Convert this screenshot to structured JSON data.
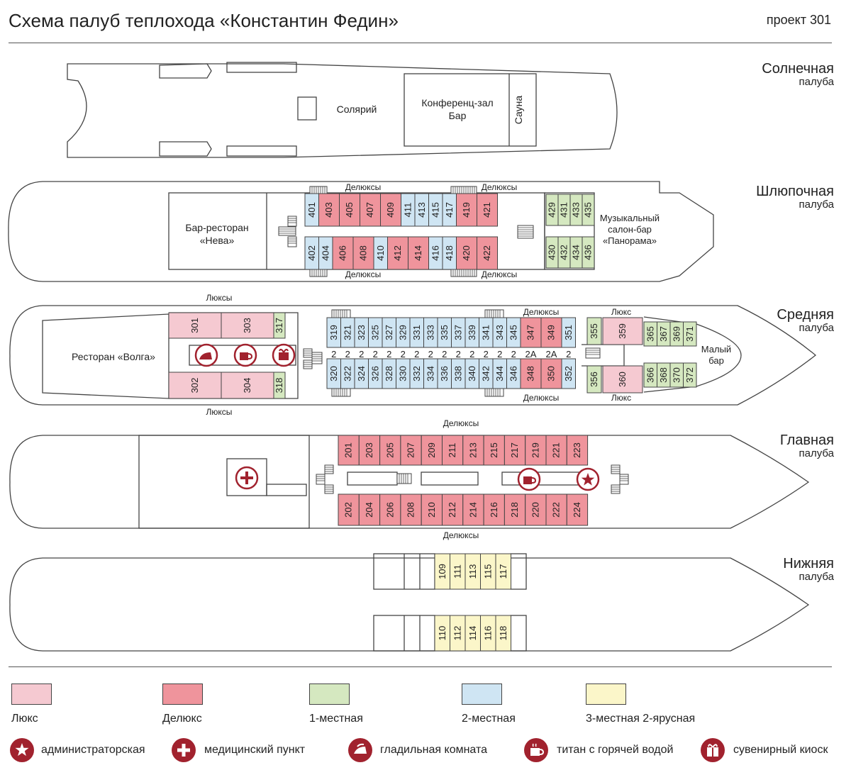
{
  "header": {
    "title": "Схема палуб теплохода «Константин Федин»",
    "project": "проект 301"
  },
  "colors": {
    "lux": "#f5c9d1",
    "delux": "#ef949c",
    "single": "#d5e8c0",
    "double": "#cfe5f3",
    "triple": "#fbf6c9",
    "icon": "#a1222e",
    "line": "#444444"
  },
  "decks": [
    {
      "name": "Солнечная",
      "sub": "палуба"
    },
    {
      "name": "Шлюпочная",
      "sub": "палуба"
    },
    {
      "name": "Средняя",
      "sub": "палуба"
    },
    {
      "name": "Главная",
      "sub": "палуба"
    },
    {
      "name": "Нижняя",
      "sub": "палуба"
    }
  ],
  "labels": {
    "solarium": "Солярий",
    "conf1": "Конференц-зал",
    "conf2": "Бар",
    "sauna": "Сауна",
    "neva1": "Бар-ресторан",
    "neva2": "«Нева»",
    "music1": "Музыкальный",
    "music2": "салон-бар",
    "music3": "«Панорама»",
    "delux": "Делюксы",
    "luxes": "Люксы",
    "lux": "Люкс",
    "volga": "Ресторан «Волга»",
    "smallbar1": "Малый",
    "smallbar2": "бар"
  },
  "rooms": {
    "boat_top": [
      {
        "n": "401",
        "t": "double"
      },
      {
        "n": "403",
        "t": "delux"
      },
      {
        "n": "405",
        "t": "delux"
      },
      {
        "n": "407",
        "t": "delux"
      },
      {
        "n": "409",
        "t": "delux"
      },
      {
        "n": "411",
        "t": "double"
      },
      {
        "n": "413",
        "t": "double"
      },
      {
        "n": "415",
        "t": "double"
      },
      {
        "n": "417",
        "t": "double"
      },
      {
        "n": "419",
        "t": "delux"
      },
      {
        "n": "421",
        "t": "delux"
      }
    ],
    "boat_bot": [
      {
        "n": "402",
        "t": "double"
      },
      {
        "n": "404",
        "t": "double"
      },
      {
        "n": "406",
        "t": "delux"
      },
      {
        "n": "408",
        "t": "delux"
      },
      {
        "n": "410",
        "t": "double"
      },
      {
        "n": "412",
        "t": "delux"
      },
      {
        "n": "414",
        "t": "delux"
      },
      {
        "n": "416",
        "t": "double"
      },
      {
        "n": "418",
        "t": "double"
      },
      {
        "n": "420",
        "t": "delux"
      },
      {
        "n": "422",
        "t": "delux"
      }
    ],
    "boat_right_top": [
      "429",
      "431",
      "433",
      "435"
    ],
    "boat_right_bot": [
      "430",
      "432",
      "434",
      "436"
    ],
    "mid_lux_top": [
      "301",
      "303"
    ],
    "mid_lux_bot": [
      "302",
      "304"
    ],
    "mid_single_top": "317",
    "mid_single_bot": "318",
    "mid_top": [
      {
        "n": "319",
        "t": "double"
      },
      {
        "n": "321",
        "t": "double"
      },
      {
        "n": "323",
        "t": "double"
      },
      {
        "n": "325",
        "t": "double"
      },
      {
        "n": "327",
        "t": "double"
      },
      {
        "n": "329",
        "t": "double"
      },
      {
        "n": "331",
        "t": "double"
      },
      {
        "n": "333",
        "t": "double"
      },
      {
        "n": "335",
        "t": "double"
      },
      {
        "n": "337",
        "t": "double"
      },
      {
        "n": "339",
        "t": "double"
      },
      {
        "n": "341",
        "t": "double"
      },
      {
        "n": "343",
        "t": "double"
      },
      {
        "n": "345",
        "t": "double"
      },
      {
        "n": "347",
        "t": "delux"
      },
      {
        "n": "349",
        "t": "delux"
      },
      {
        "n": "351",
        "t": "double"
      }
    ],
    "mid_bot": [
      {
        "n": "320",
        "t": "double"
      },
      {
        "n": "322",
        "t": "double"
      },
      {
        "n": "324",
        "t": "double"
      },
      {
        "n": "326",
        "t": "double"
      },
      {
        "n": "328",
        "t": "double"
      },
      {
        "n": "330",
        "t": "double"
      },
      {
        "n": "332",
        "t": "double"
      },
      {
        "n": "334",
        "t": "double"
      },
      {
        "n": "336",
        "t": "double"
      },
      {
        "n": "338",
        "t": "double"
      },
      {
        "n": "340",
        "t": "double"
      },
      {
        "n": "342",
        "t": "double"
      },
      {
        "n": "344",
        "t": "double"
      },
      {
        "n": "346",
        "t": "double"
      },
      {
        "n": "348",
        "t": "delux"
      },
      {
        "n": "350",
        "t": "delux"
      },
      {
        "n": "352",
        "t": "double"
      }
    ],
    "mid_capacity": [
      "2",
      "2",
      "2",
      "2",
      "2",
      "2",
      "2",
      "2",
      "2",
      "2",
      "2",
      "2",
      "2",
      "2",
      "2А",
      "2А",
      "2"
    ],
    "mid_355": "355",
    "mid_356": "356",
    "mid_359": "359",
    "mid_360": "360",
    "mid_right_top": [
      "365",
      "367",
      "369",
      "371"
    ],
    "mid_right_bot": [
      "366",
      "368",
      "370",
      "372"
    ],
    "main_top": [
      "201",
      "203",
      "205",
      "207",
      "209",
      "211",
      "213",
      "215",
      "217",
      "219",
      "221",
      "223"
    ],
    "main_bot": [
      "202",
      "204",
      "206",
      "208",
      "210",
      "212",
      "214",
      "216",
      "218",
      "220",
      "222",
      "224"
    ],
    "lower_top": [
      "109",
      "111",
      "113",
      "115",
      "117"
    ],
    "lower_bot": [
      "110",
      "112",
      "114",
      "116",
      "118"
    ]
  },
  "legend": [
    {
      "label": "Люкс",
      "color": "#f5c9d1"
    },
    {
      "label": "Делюкс",
      "color": "#ef949c"
    },
    {
      "label": "1-местная",
      "color": "#d5e8c0"
    },
    {
      "label": "2-местная",
      "color": "#cfe5f3"
    },
    {
      "label": "3-местная 2-ярусная",
      "color": "#fbf6c9"
    }
  ],
  "icons": [
    {
      "icon": "star-icon",
      "label": "администраторская"
    },
    {
      "icon": "medical-cross-icon",
      "label": "медицинский пункт"
    },
    {
      "icon": "iron-icon",
      "label": "гладильная комната"
    },
    {
      "icon": "hot-cup-icon",
      "label": "титан с горячей водой"
    },
    {
      "icon": "gift-icon",
      "label": "сувенирный киоск"
    }
  ]
}
